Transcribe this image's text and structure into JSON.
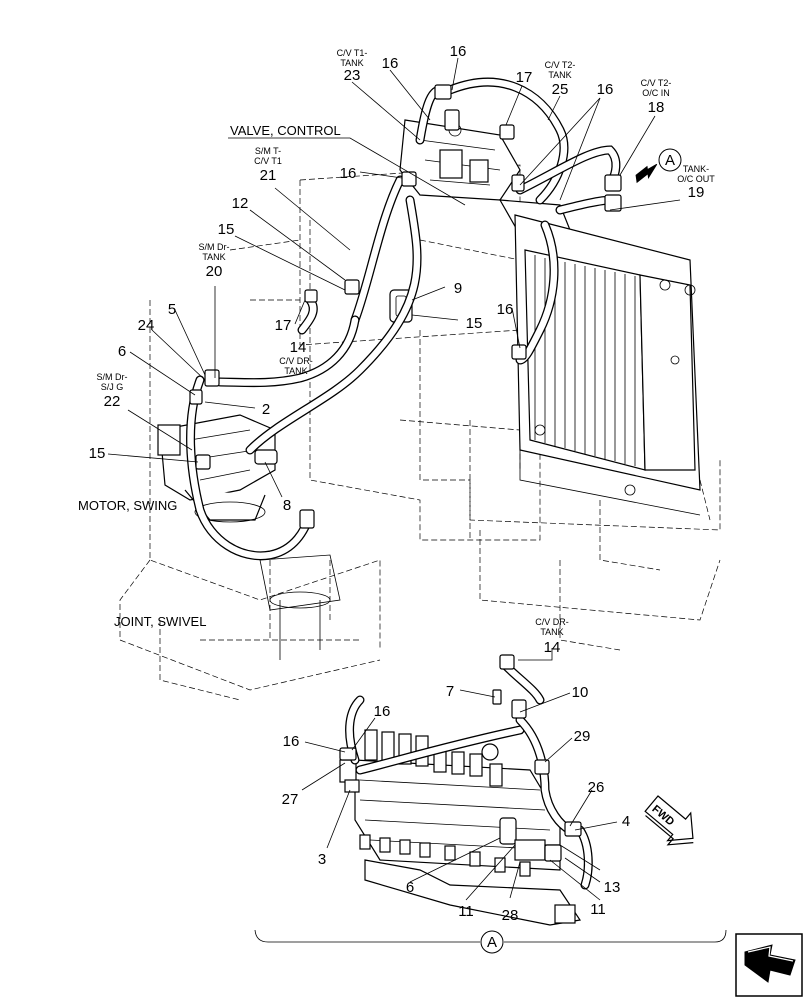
{
  "callouts": {
    "c23": "23",
    "c16a": "16",
    "c16b": "16",
    "c17a": "17",
    "c25": "25",
    "c16c": "16",
    "c18": "18",
    "c21": "21",
    "c16d": "16",
    "c19": "19",
    "c12": "12",
    "c15a": "15",
    "c20": "20",
    "c9": "9",
    "c15b": "15",
    "c5": "5",
    "c17b": "17",
    "c14a": "14",
    "c24": "24",
    "c16e": "16",
    "c6a": "6",
    "c22": "22",
    "c2": "2",
    "c15c": "15",
    "c8": "8",
    "c14b": "14",
    "c7": "7",
    "c10": "10",
    "c16f": "16",
    "c16g": "16",
    "c29": "29",
    "c27": "27",
    "c26": "26",
    "c4": "4",
    "c3": "3",
    "c6b": "6",
    "c13": "13",
    "c11a": "11",
    "c28": "28",
    "c11b": "11"
  },
  "hose_labels": {
    "cv_t1_tank": [
      "C/V T1-",
      "TANK"
    ],
    "cv_t2_tank": [
      "C/V T2-",
      "TANK"
    ],
    "cv_t2_oc_in": [
      "C/V T2-",
      "O/C IN"
    ],
    "sm_t_cv_t1": [
      "S/M T-",
      "C/V T1"
    ],
    "tank_oc_out": [
      "TANK-",
      "O/C OUT"
    ],
    "sm_dr_tank": [
      "S/M Dr-",
      "TANK"
    ],
    "cv_dr_tank": [
      "C/V DR-",
      "TANK"
    ],
    "sm_dr_sj_g": [
      "S/M Dr-",
      "S/J G"
    ],
    "cv_dr_tank_detail": [
      "C/V DR-",
      "TANK"
    ]
  },
  "component_labels": {
    "valve_control": "VALVE, CONTROL",
    "motor_swing": "MOTOR, SWING",
    "joint_swivel": "JOINT, SWIVEL"
  },
  "view_markers": {
    "top": "A",
    "bottom": "A"
  },
  "direction": "FWD",
  "icons": [
    "view-a-arrow-icon",
    "fwd-arrow-icon",
    "page-nav-icon"
  ]
}
